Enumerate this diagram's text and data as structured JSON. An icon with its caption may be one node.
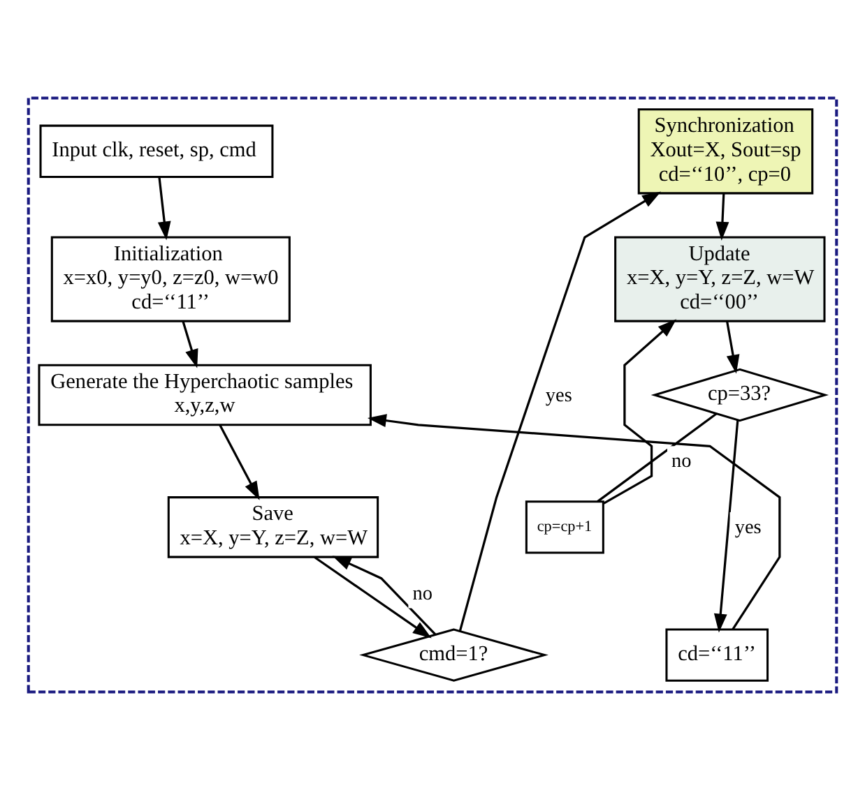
{
  "diagram": {
    "nodes": [
      {
        "text": [],
        "shape": "box"
      },
      {
        "text": [
          "Input clk, reset, sp, cmd"
        ],
        "in": 0
      },
      {
        "text": [
          "Initialization",
          "x=x0, y=y0, z=z0, w=w0",
          "cd=‘‘11’’"
        ],
        "in": 0
      },
      {
        "text": [
          "Generate the Hyperchaotic samples",
          "x,y,z,w"
        ],
        "in": 0
      },
      {
        "text": [
          "Save",
          "x=X, y=Y, z=Z, w=W"
        ],
        "in": 0
      },
      {
        "text": [
          "cmd=1?"
        ],
        "in": 0
      },
      {
        "text": [
          "Synchronization",
          "Xout=X, Sout=sp",
          "cd=‘‘10’’, cp=0"
        ],
        "in": 0
      },
      {
        "text": [
          "Update",
          "x=X, y=Y, z=Z, w=W",
          "cd=‘‘00’’"
        ],
        "in": 0
      },
      {
        "text": [
          "cp=33?"
        ],
        "in": 0
      },
      {
        "text": [
          "cd=‘‘11’’"
        ],
        "in": 0
      },
      {
        "text": [
          "cp=cp+1"
        ],
        "in": 0
      }
    ],
    "edges": [
      {
        "from": 1,
        "to": 2,
        "arrow": "to"
      },
      {
        "from": 2,
        "to": 3,
        "arrow": "to"
      },
      {
        "from": 3,
        "to": 4,
        "arrow": "to"
      },
      {
        "from": 4,
        "to": 5,
        "arrow": "to"
      },
      {
        "from": 5,
        "to": 4,
        "arrow": "to",
        "label": "no"
      },
      {
        "from": 5,
        "to": 6,
        "arrow": "to",
        "label": "yes"
      },
      {
        "from": 6,
        "to": 7,
        "arrow": "to"
      },
      {
        "from": 7,
        "to": 8,
        "arrow": "to"
      },
      {
        "from": 8,
        "to": 10,
        "arrow": "none",
        "label": "no"
      },
      {
        "from": 10,
        "to": 7,
        "arrow": "to"
      },
      {
        "from": 8,
        "to": 9,
        "arrow": "to",
        "label": "yes"
      },
      {
        "from": 9,
        "to": 3,
        "arrow": "to"
      }
    ]
  }
}
